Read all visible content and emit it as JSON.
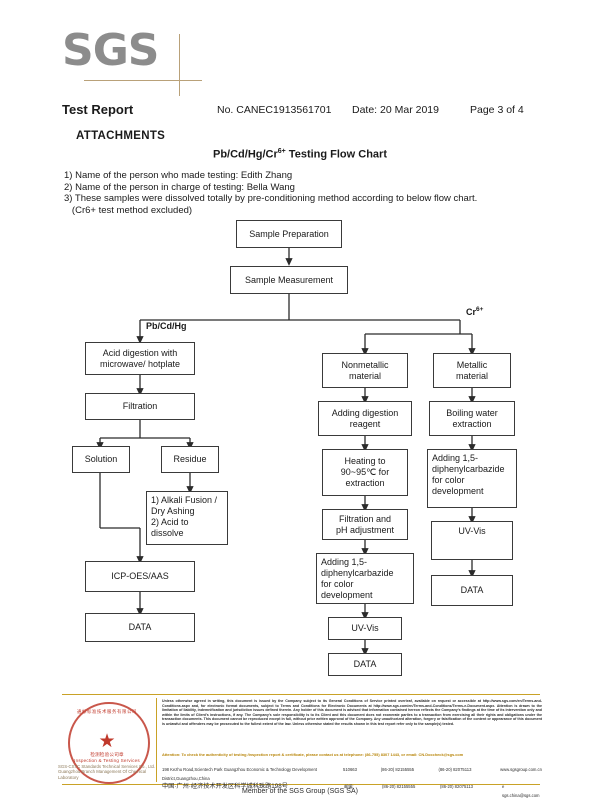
{
  "logo": {
    "text": "SGS"
  },
  "header": {
    "title": "Test Report",
    "report_no": "No. CANEC1913561701",
    "date": "Date: 20 Mar 2019",
    "page": "Page 3 of 4"
  },
  "attachments_heading": "ATTACHMENTS",
  "chart_title": {
    "main": "Pb/Cd/Hg/Cr",
    "sup": "6+",
    "rest": " Testing Flow Chart"
  },
  "notes": [
    "1) Name of the person who made testing: Edith Zhang",
    "2) Name of the person in charge of testing: Bella Wang",
    "3) These samples were dissolved totally by pre-conditioning method according to below flow chart.",
    "   (Cr6+ test method excluded)"
  ],
  "flow": {
    "branch_label_left": {
      "text": "Pb/Cd/Hg"
    },
    "branch_label_right": {
      "text": "Cr",
      "sup": "6+"
    },
    "nodes": {
      "sample_preparation": "Sample Preparation",
      "sample_measurement": "Sample Measurement",
      "acid_digestion": "Acid digestion with\nmicrowave/ hotplate",
      "filtration": "Filtration",
      "solution": "Solution",
      "residue": "Residue",
      "alkali_fusion": "1) Alkali Fusion /\n    Dry Ashing\n2) Acid to\n    dissolve",
      "icp_oes_aas": "ICP-OES/AAS",
      "data_left": "DATA",
      "nonmetallic_material": "Nonmetallic\nmaterial",
      "adding_digestion_reagent": "Adding digestion\nreagent",
      "heating": "Heating to\n90~95℃ for\nextraction",
      "filtration_ph": "Filtration and\npH adjustment",
      "adding_dpc_mid": "Adding 1,5-\ndiphenylcarbazide\nfor color\ndevelopment",
      "uv_vis_mid": "UV-Vis",
      "data_mid": "DATA",
      "metallic_material": "Metallic\nmaterial",
      "boiling_water": "Boiling water\nextraction",
      "adding_dpc_right": "Adding 1,5-\ndiphenylcarbazide\nfor color\ndevelopment",
      "uv_vis_right": "UV-Vis",
      "data_right": "DATA"
    }
  },
  "footer": {
    "seal": {
      "arc_top": "通标标准技术服务有限公司",
      "cn_line1": "检测检验公司章",
      "cn_line2": "Inspection & Testing Services"
    },
    "seal_label": "SGS-CSTC Standards Technical Services Co., Ltd.\nGuangzhou Branch Management Of Chemical Laboratory",
    "disclaimer": "Unless otherwise agreed in writing, this document is issued by the Company subject to its General Conditions of Service printed overleaf, available on request or accessible at http://www.sgs.com/en/Terms-and-Conditions.aspx and, for electronic format documents, subject to Terms and Conditions for Electronic Documents at http://www.sgs.com/en/Terms-and-Conditions/Terms-e-Document.aspx. Attention is drawn to the limitation of liability, indemnification and jurisdiction issues defined therein. Any holder of this document is advised that information contained hereon reflects the Company's findings at the time of its intervention only and within the limits of Client's instructions, if any. The Company's sole responsibility is to its Client and this document does not exonerate parties to a transaction from exercising all their rights and obligations under the transaction documents. This document cannot be reproduced except in full, without prior written approval of the Company. Any unauthorized alteration, forgery or falsification of the content or appearance of this document is unlawful and offenders may be prosecuted to the fullest extent of the law. Unless otherwise stated the results shown in this test report refer only to the sample(s) tested.",
    "attention": "Attention: To check the authenticity of testing /inspection report & certificate, please contact us at telephone: (86-755) 8307 1443, or email: CN.Doccheck@sgs.com",
    "address_en": "198 Kezhu Road,Scientech Park Guangzhou Economic & Technology Development District,Guangzhou,China",
    "postcode_en": "510663",
    "tel_label": "t",
    "tel_en": "(86-20) 82155555",
    "fax_label": "f",
    "fax_en": "(86-20) 82075113",
    "web_en": "www.sgsgroup.com.cn",
    "address_cn": "中国·广州·经济技术开发区科学城科珠路198号",
    "postcode_cn_label": "邮编:",
    "postcode_cn": "510663",
    "tel_cn": "(86-20) 82155555",
    "fax_cn": "(86-20) 82075113",
    "email_cn": "e sgs.china@sgs.com",
    "member": "Member of the SGS Group (SGS SA)"
  }
}
